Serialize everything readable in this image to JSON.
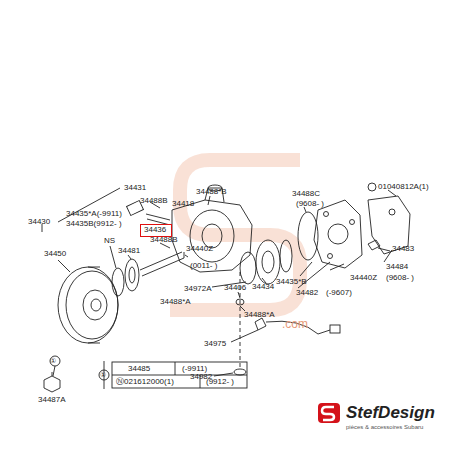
{
  "diagram": {
    "nodes": [
      {
        "text": [
          "34436"
        ]
      }
    ],
    "labels": [
      "34431",
      "34488B",
      "34488*B",
      "34488C",
      "(9608- )",
      "01040812A(1)",
      "34418",
      "34430",
      "34435*A(-9911)",
      "34435B(9912- )",
      "34450",
      "NS",
      "34481",
      "34488B",
      "34440Z",
      "(0011- )",
      "34483",
      "34484",
      "34435*B",
      "34482",
      "(-9607)",
      "34440Z",
      "(9608- )",
      "34434",
      "34406",
      "34972A",
      "34488*A",
      "34488*A",
      "34975",
      "34982",
      "①",
      "34487A",
      "34485",
      "(-9911)",
      "①",
      "Ⓝ021612000(1)",
      "(9912- )",
      ".com",
      "StefDesign",
      "pièces & accessoires Subaru"
    ]
  }
}
